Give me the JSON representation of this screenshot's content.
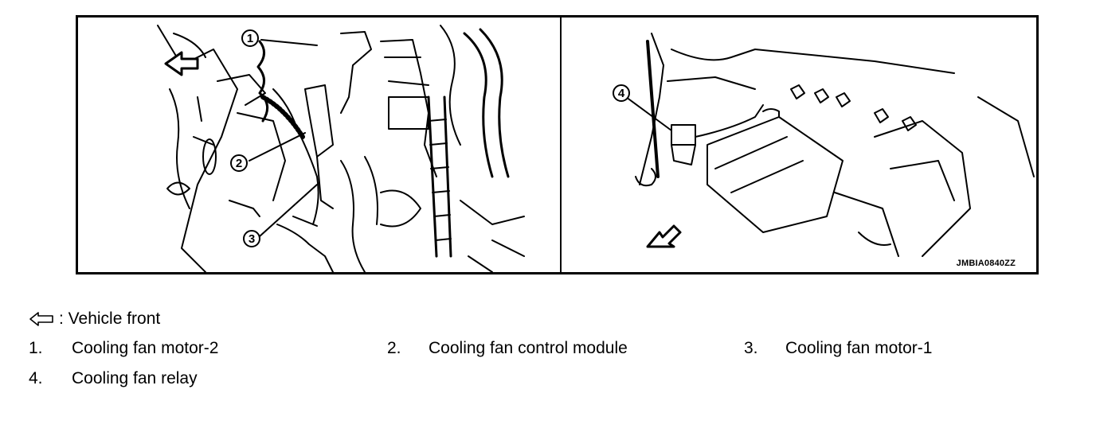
{
  "figure": {
    "code": "JMBIA0840ZZ",
    "callouts": [
      "1",
      "2",
      "3",
      "4"
    ],
    "icons": [
      "front-arrow-icon"
    ]
  },
  "legend": {
    "front_text": ": Vehicle front",
    "items": [
      {
        "num": "1.",
        "label": "Cooling fan motor-2"
      },
      {
        "num": "2.",
        "label": "Cooling fan control module"
      },
      {
        "num": "3.",
        "label": "Cooling fan motor-1"
      },
      {
        "num": "4.",
        "label": "Cooling fan relay"
      }
    ]
  }
}
